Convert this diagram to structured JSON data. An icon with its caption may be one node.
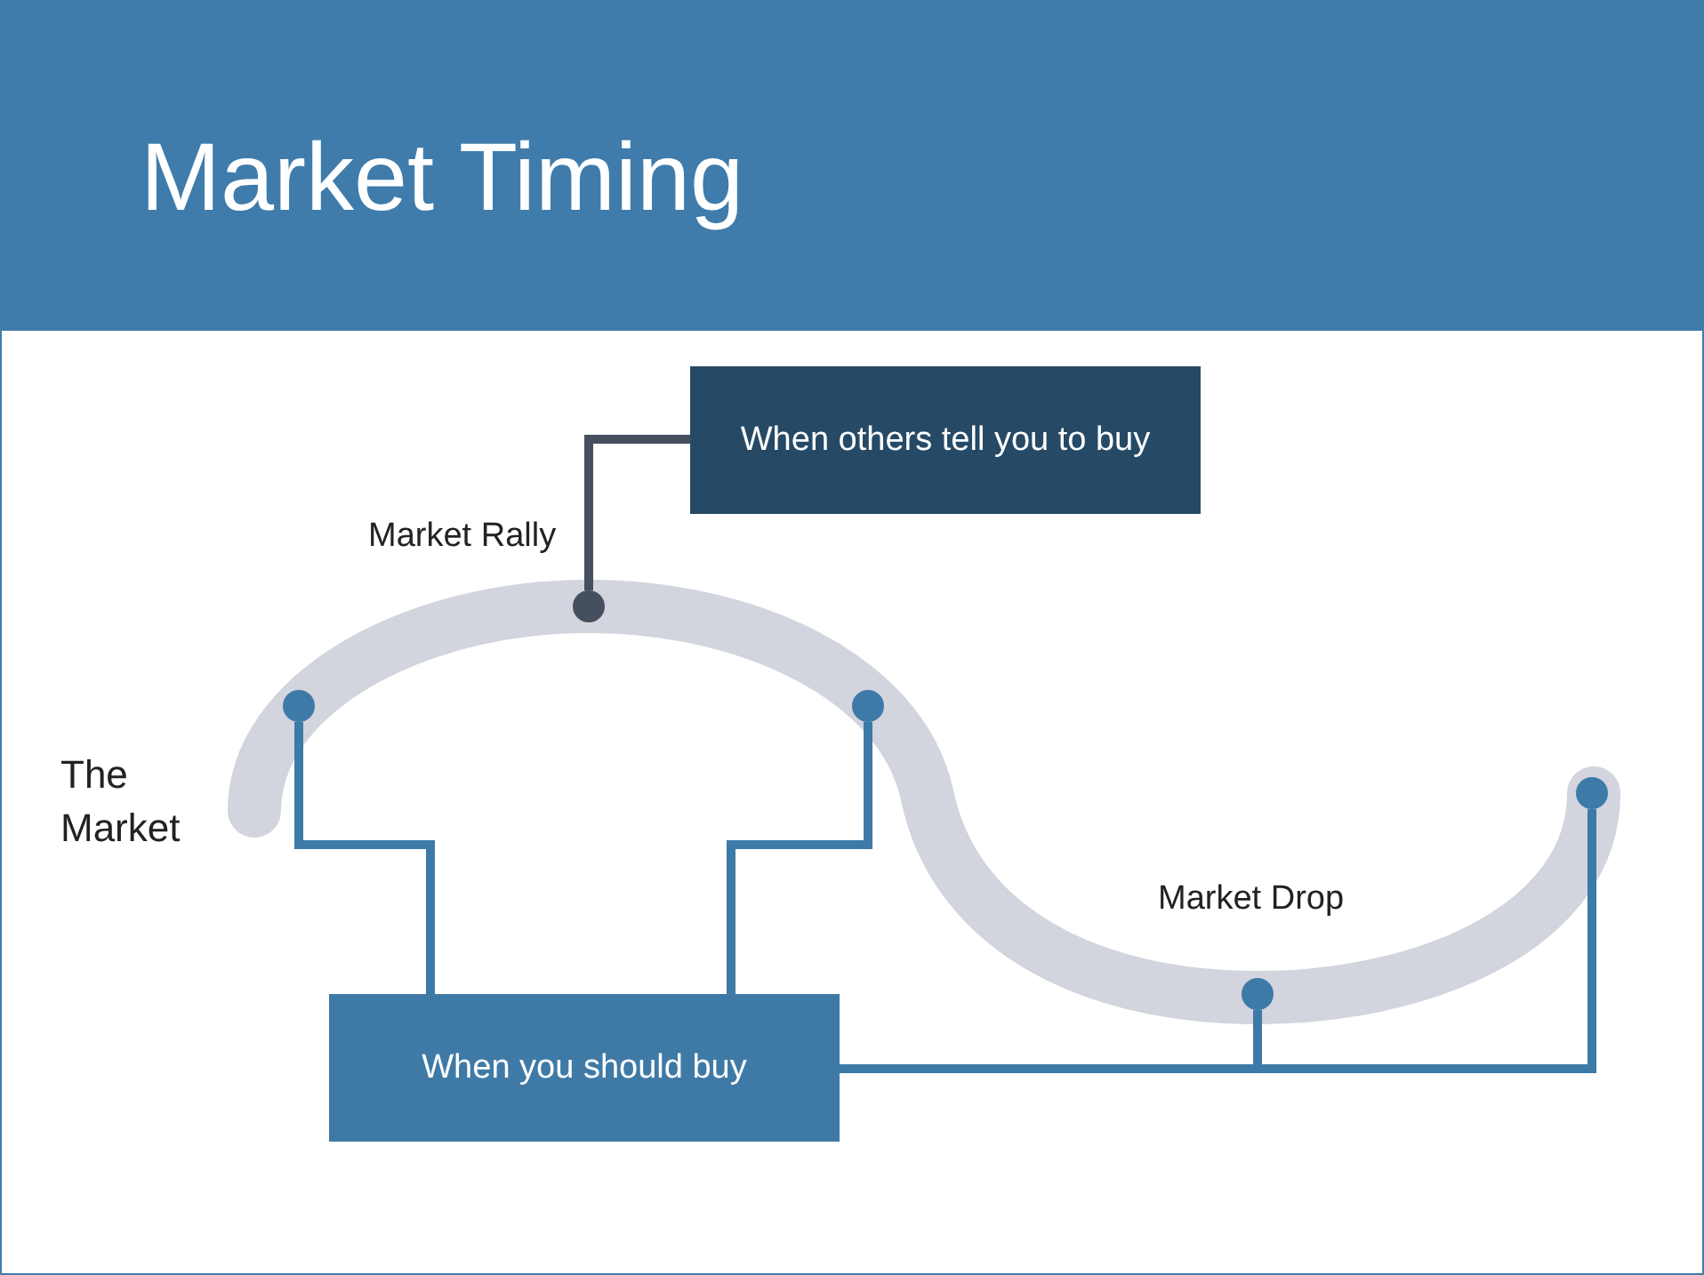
{
  "diagram": {
    "title": "Market Timing",
    "nodes": [
      {
        "text": [
          "When others tell you to buy"
        ]
      },
      {
        "text": [
          "When you should buy"
        ]
      },
      {
        "text": [],
        "shape": "circle"
      },
      {
        "text": [],
        "shape": "circle"
      },
      {
        "text": [],
        "shape": "circle"
      },
      {
        "text": [],
        "shape": "circle"
      },
      {
        "text": [],
        "shape": "circle"
      }
    ],
    "edges": [
      {
        "from": 0,
        "to": 2,
        "arrow": "none",
        "color": "#464f5e"
      },
      {
        "from": 1,
        "to": 3,
        "arrow": "none"
      },
      {
        "from": 1,
        "to": 4,
        "arrow": "none"
      },
      {
        "from": 1,
        "to": 5,
        "arrow": "none"
      },
      {
        "from": 1,
        "to": 6,
        "arrow": "none"
      }
    ],
    "labels": [
      "Market Rally",
      "The Market",
      "Market Drop"
    ]
  }
}
